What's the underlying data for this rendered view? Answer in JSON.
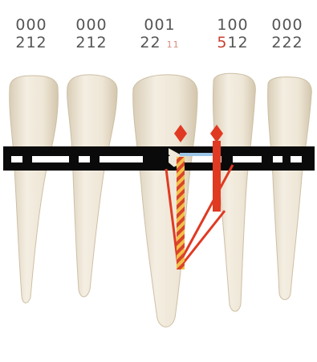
{
  "codes": [
    {
      "top": "000",
      "bottom": "212"
    },
    {
      "top": "000",
      "bottom": "212"
    },
    {
      "top": "001",
      "bottom_a": "22",
      "bottom_b": "11"
    },
    {
      "top": "100",
      "bottom_a": "5",
      "bottom_b": "12"
    },
    {
      "top": "000",
      "bottom": "222"
    }
  ],
  "colors": {
    "tooth": "#ece4d4",
    "band": "#0a0a0a",
    "marker": "#e03a22",
    "hatch": "#f2c14a"
  }
}
